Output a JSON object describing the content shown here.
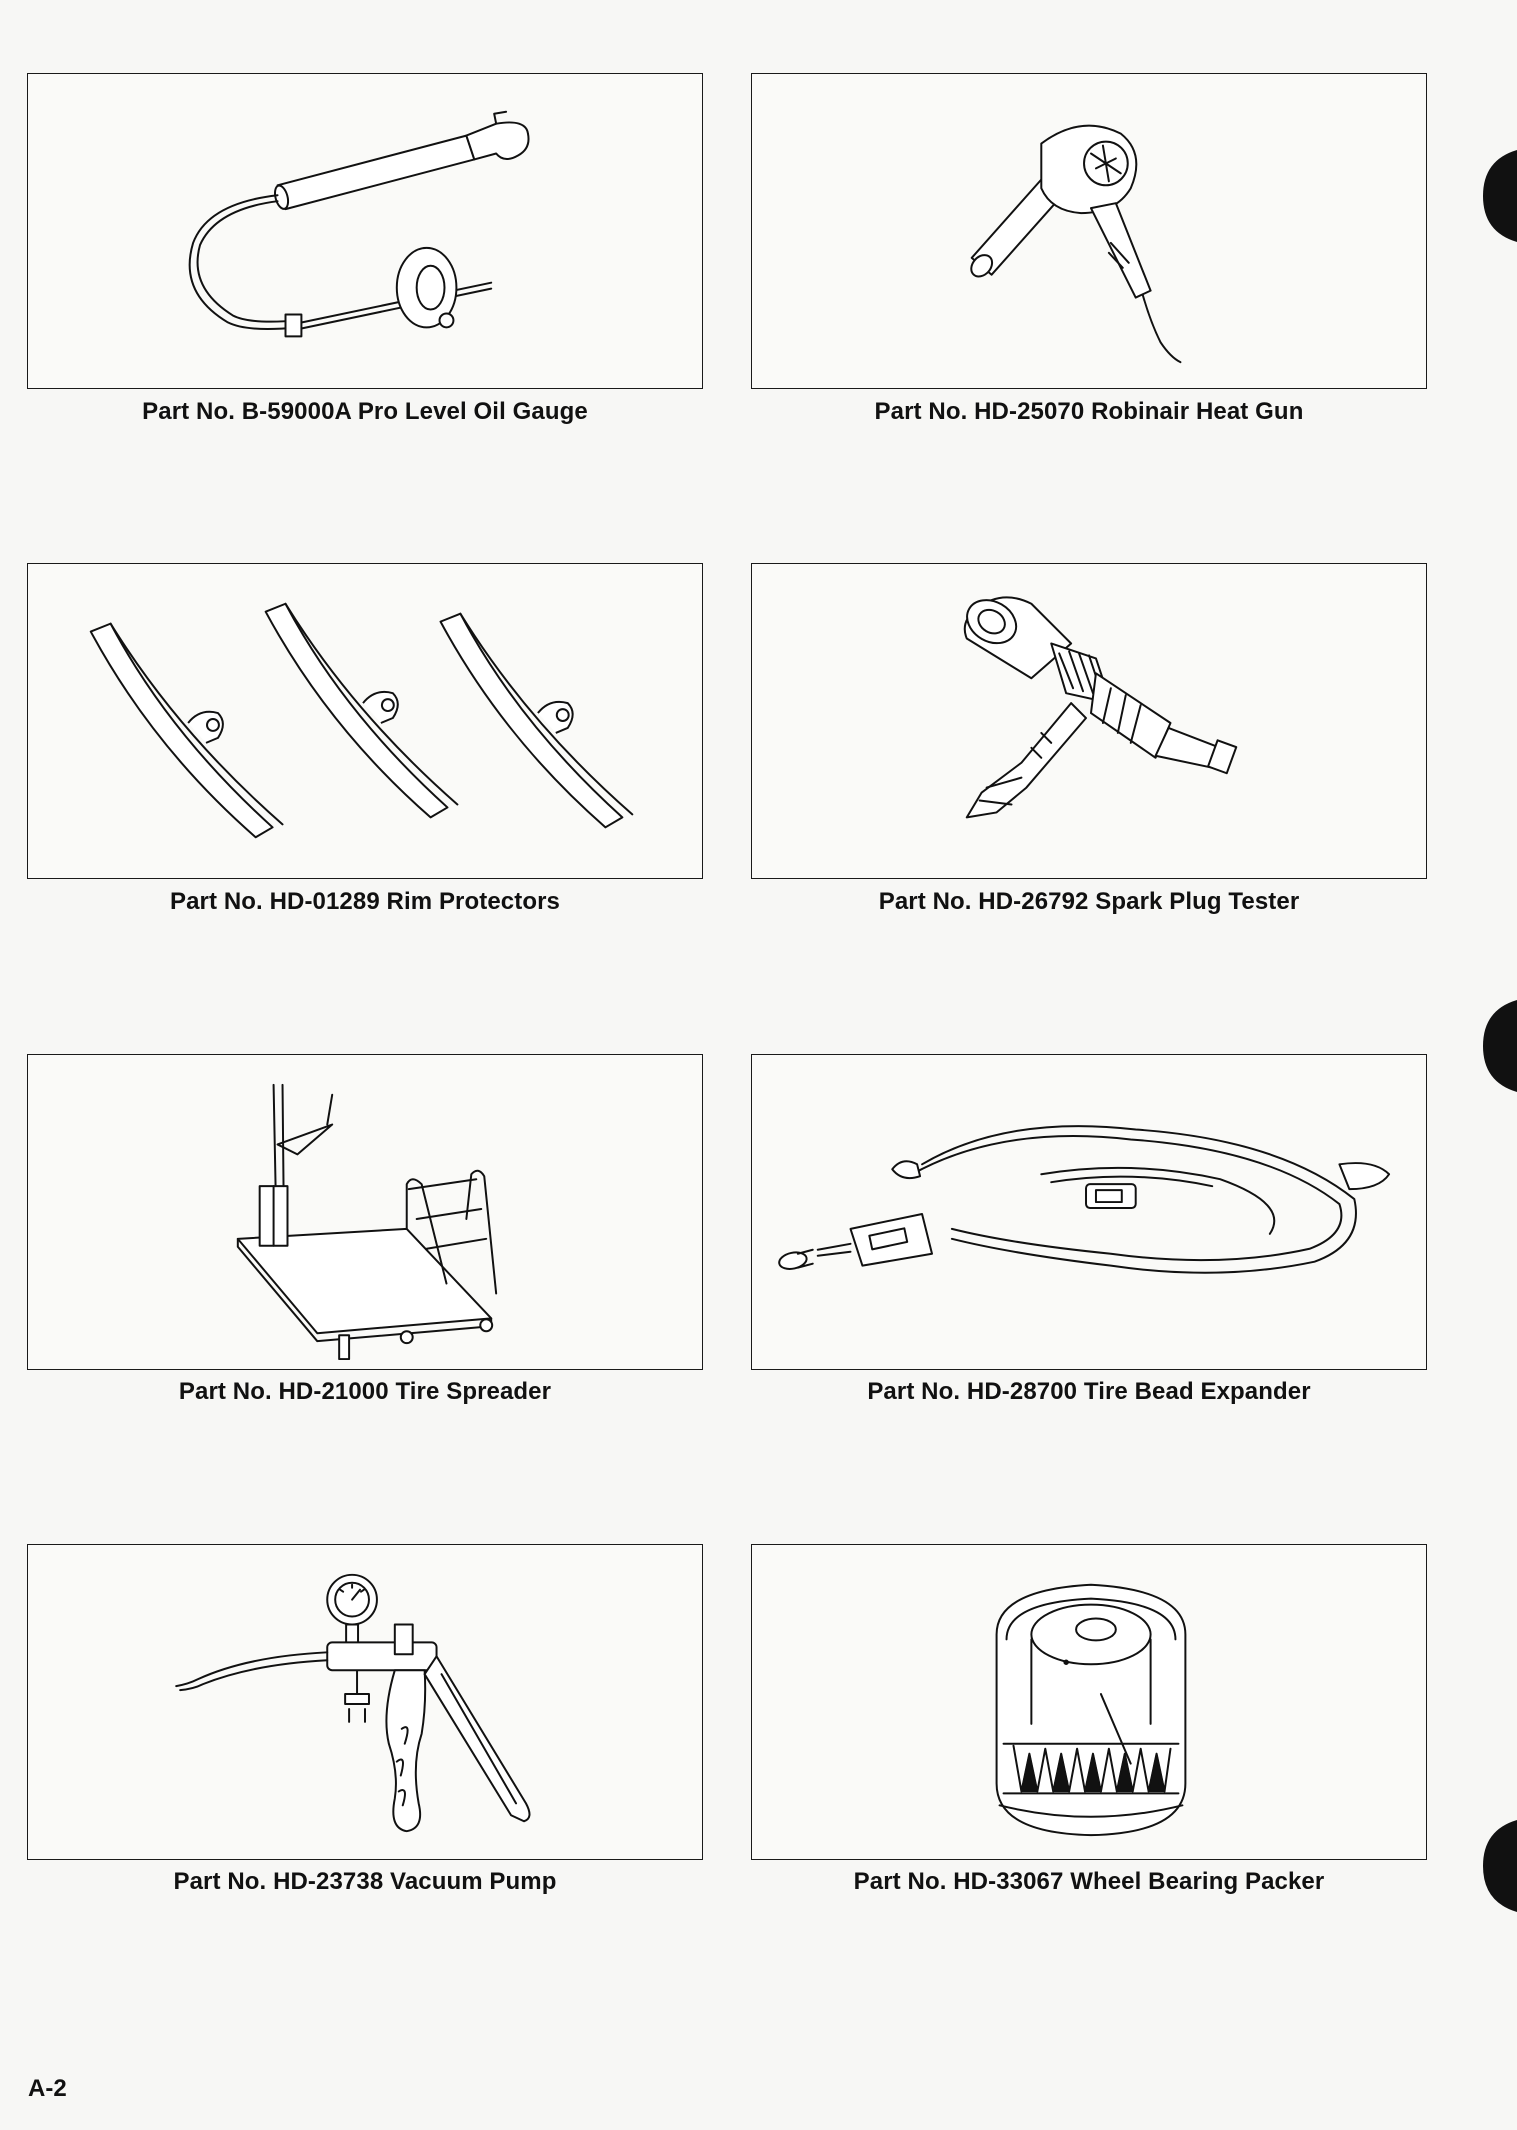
{
  "page_number": "A-2",
  "tools": [
    {
      "caption": "Part No. B-59000A Pro Level Oil Gauge",
      "illustration": "oil-gauge-illustration"
    },
    {
      "caption": "Part No. HD-25070 Robinair Heat Gun",
      "illustration": "heat-gun-illustration"
    },
    {
      "caption": "Part No. HD-01289 Rim Protectors",
      "illustration": "rim-protectors-illustration"
    },
    {
      "caption": "Part No. HD-26792 Spark Plug Tester",
      "illustration": "spark-plug-tester-illustration"
    },
    {
      "caption": "Part No. HD-21000 Tire Spreader",
      "illustration": "tire-spreader-illustration"
    },
    {
      "caption": "Part No. HD-28700 Tire Bead Expander",
      "illustration": "tire-bead-expander-illustration"
    },
    {
      "caption": "Part No. HD-23738 Vacuum Pump",
      "illustration": "vacuum-pump-illustration"
    },
    {
      "caption": "Part No. HD-33067 Wheel Bearing Packer",
      "illustration": "wheel-bearing-packer-illustration"
    }
  ]
}
